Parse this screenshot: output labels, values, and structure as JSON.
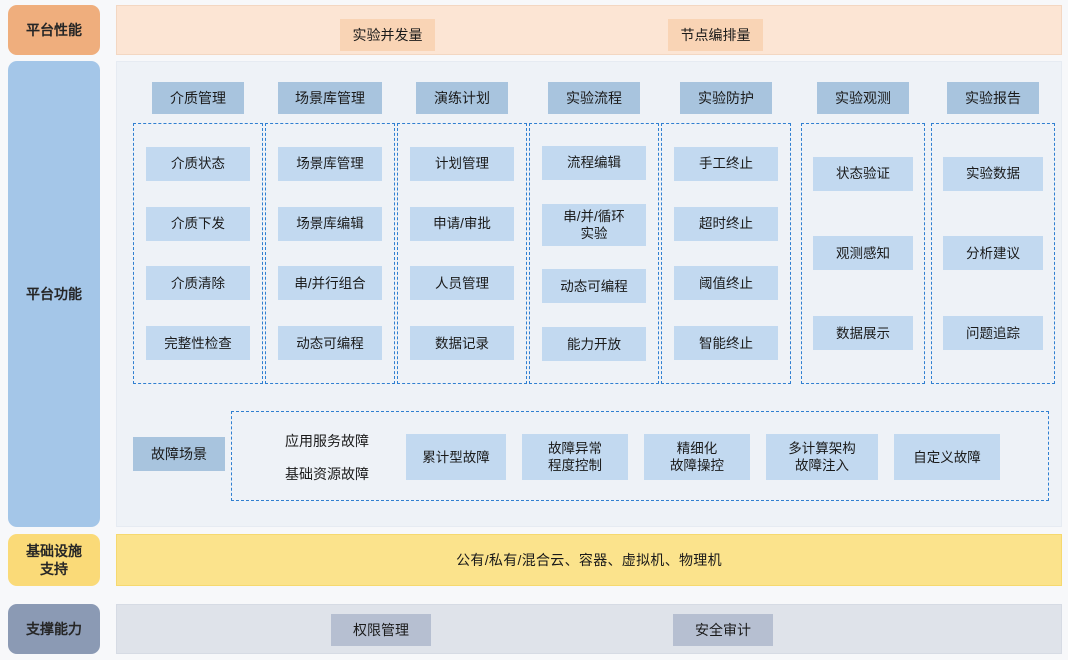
{
  "rails": [
    {
      "key": "platform-performance",
      "label": "平台性能",
      "color": "#efae7d"
    },
    {
      "key": "platform-function",
      "label": "平台功能",
      "color": "#a4c6e8"
    },
    {
      "key": "infrastructure-support",
      "label": "基础设施\n支持",
      "line1": "基础设施",
      "line2": "支持",
      "color": "#fada78"
    },
    {
      "key": "supporting-capability",
      "label": "支撑能力",
      "color": "#8b9ab4"
    }
  ],
  "performance": {
    "chips": [
      {
        "label": "实验并发量"
      },
      {
        "label": "节点编排量"
      }
    ]
  },
  "functions": {
    "columns": [
      {
        "header": "介质管理",
        "items": [
          {
            "lines": [
              "介质状态"
            ]
          },
          {
            "lines": [
              "介质下发"
            ]
          },
          {
            "lines": [
              "介质清除"
            ]
          },
          {
            "lines": [
              "完整性检查"
            ]
          }
        ]
      },
      {
        "header": "场景库管理",
        "items": [
          {
            "lines": [
              "场景库管理"
            ]
          },
          {
            "lines": [
              "场景库编辑"
            ]
          },
          {
            "lines": [
              "串/并行组合"
            ]
          },
          {
            "lines": [
              "动态可编程"
            ]
          }
        ]
      },
      {
        "header": "演练计划",
        "items": [
          {
            "lines": [
              "计划管理"
            ]
          },
          {
            "lines": [
              "申请/审批"
            ]
          },
          {
            "lines": [
              "人员管理"
            ]
          },
          {
            "lines": [
              "数据记录"
            ]
          }
        ]
      },
      {
        "header": "实验流程",
        "items": [
          {
            "lines": [
              "流程编辑"
            ]
          },
          {
            "lines": [
              "串/并/循环",
              "实验"
            ]
          },
          {
            "lines": [
              "动态可编程"
            ]
          },
          {
            "lines": [
              "能力开放"
            ]
          }
        ]
      },
      {
        "header": "实验防护",
        "items": [
          {
            "lines": [
              "手工终止"
            ]
          },
          {
            "lines": [
              "超时终止"
            ]
          },
          {
            "lines": [
              "阈值终止"
            ]
          },
          {
            "lines": [
              "智能终止"
            ]
          }
        ]
      },
      {
        "header": "实验观测",
        "items": [
          {
            "lines": [
              "状态验证"
            ]
          },
          {
            "lines": [
              "观测感知"
            ]
          },
          {
            "lines": [
              "数据展示"
            ]
          }
        ]
      },
      {
        "header": "实验报告",
        "items": [
          {
            "lines": [
              "实验数据"
            ]
          },
          {
            "lines": [
              "分析建议"
            ]
          },
          {
            "lines": [
              "问题追踪"
            ]
          }
        ]
      }
    ],
    "fault_row": {
      "header": "故障场景",
      "plain_items": [
        "应用服务故障",
        "基础资源故障"
      ],
      "cells": [
        {
          "lines": [
            "累计型故障"
          ]
        },
        {
          "lines": [
            "故障异常",
            "程度控制"
          ]
        },
        {
          "lines": [
            "精细化",
            "故障操控"
          ]
        },
        {
          "lines": [
            "多计算架构",
            "故障注入"
          ]
        },
        {
          "lines": [
            "自定义故障"
          ]
        }
      ]
    }
  },
  "infrastructure": {
    "text": "公有/私有/混合云、容器、虚拟机、物理机"
  },
  "support": {
    "chips": [
      {
        "label": "权限管理"
      },
      {
        "label": "安全审计"
      }
    ]
  },
  "colors": {
    "header_box": "#a8c4de",
    "cell_box": "#c2d9f0",
    "dashed_border": "#2f7fd1",
    "panel_func_bg": "#eef2f7",
    "panel_perf_bg": "#fce5d4",
    "perf_chip": "#f9d4b5",
    "infra_bg": "#fbe38c",
    "support_bg": "#dfe3ea",
    "support_chip": "#b6bfd1"
  }
}
